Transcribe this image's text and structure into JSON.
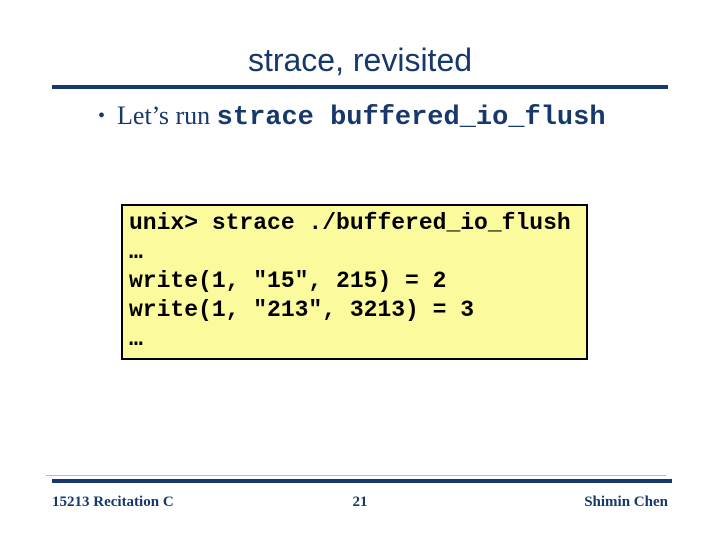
{
  "slide": {
    "title": "strace, revisited",
    "bullet": {
      "marker": "•",
      "lead_text": "Let’s run ",
      "command_text": "strace buffered_io_flush"
    },
    "code_box": {
      "lines": [
        "unix> strace ./buffered_io_flush",
        "…",
        "write(1, \"15\", 215) = 2",
        "write(1, \"213\", 3213) = 3",
        "…"
      ]
    },
    "footer": {
      "left": "15213 Recitation C",
      "page_number": "21",
      "right": "Shimin Chen"
    },
    "colors": {
      "navy": "#17386B",
      "code_background": "#FBFA9D",
      "code_border": "#000000",
      "code_text": "#000000",
      "slide_background": "#FFFFFF"
    }
  }
}
